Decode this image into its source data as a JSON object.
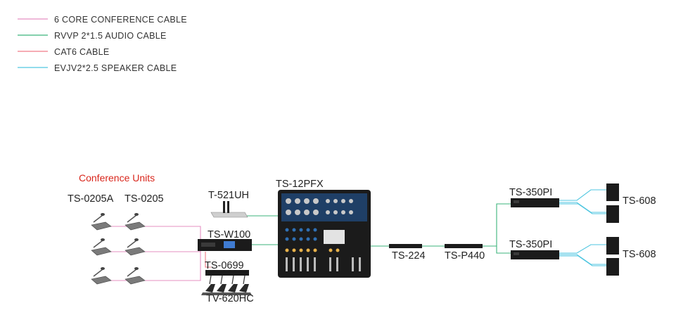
{
  "legend": [
    {
      "label": "6 CORE CONFERENCE CABLE",
      "color": "#e58fc2"
    },
    {
      "label": "RVVP 2*1.5 AUDIO CABLE",
      "color": "#3bb37b"
    },
    {
      "label": "CAT6 CABLE",
      "color": "#f07b86"
    },
    {
      "label": "EVJV2*2.5 SPEAKER CABLE",
      "color": "#4fc6e0"
    }
  ],
  "section_title": "Conference Units",
  "devices": {
    "ts0205a": "TS-0205A",
    "ts0205": "TS-0205",
    "t521uh": "T-521UH",
    "tsw100": "TS-W100",
    "ts0699": "TS-0699",
    "tv620hc": "TV-620HC",
    "ts12pfx": "TS-12PFX",
    "ts224": "TS-224",
    "tsp440": "TS-P440",
    "ts350pi_top": "TS-350PI",
    "ts350pi_bottom": "TS-350PI",
    "ts608_top": "TS-608",
    "ts608_bottom": "TS-608"
  },
  "colors": {
    "device_body": "#1b1b1b",
    "mixer_panel": "#1f3f66",
    "mic_grey": "#7a7a7a"
  }
}
